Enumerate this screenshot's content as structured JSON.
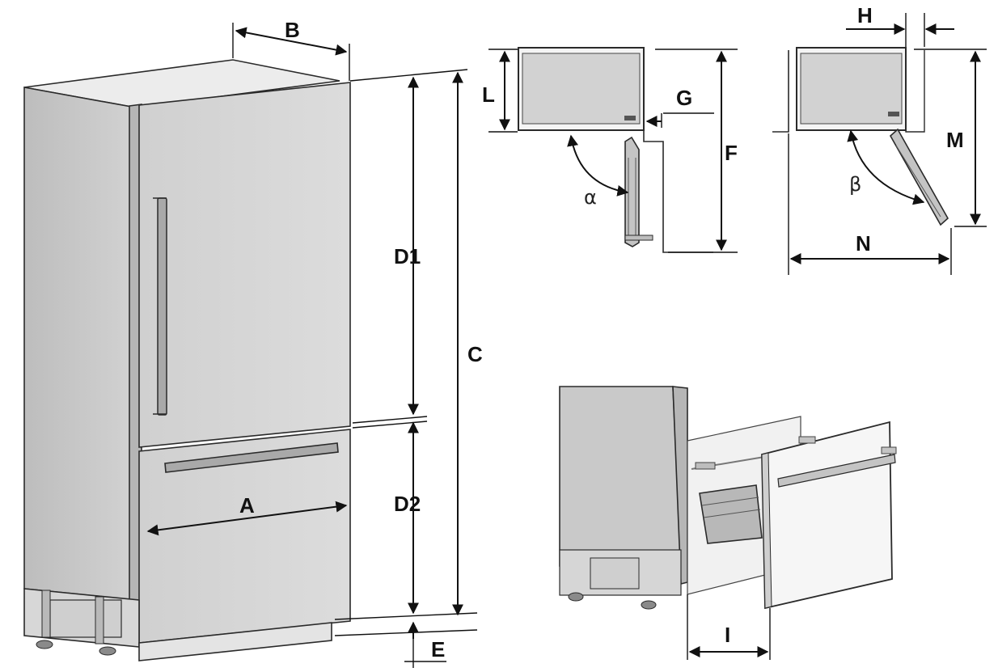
{
  "labels": {
    "A": "A",
    "B": "B",
    "C": "C",
    "D1": "D1",
    "D2": "D2",
    "E": "E",
    "F": "F",
    "G": "G",
    "H": "H",
    "I": "I",
    "L": "L",
    "M": "M",
    "N": "N",
    "alpha": "α",
    "beta": "β"
  },
  "colors": {
    "cabinet_side": "#c8c8c8",
    "door_panel": "#d6d6d6",
    "top_surface": "#ececec",
    "outline": "#2a2a2a",
    "dimension_line": "#111111"
  }
}
